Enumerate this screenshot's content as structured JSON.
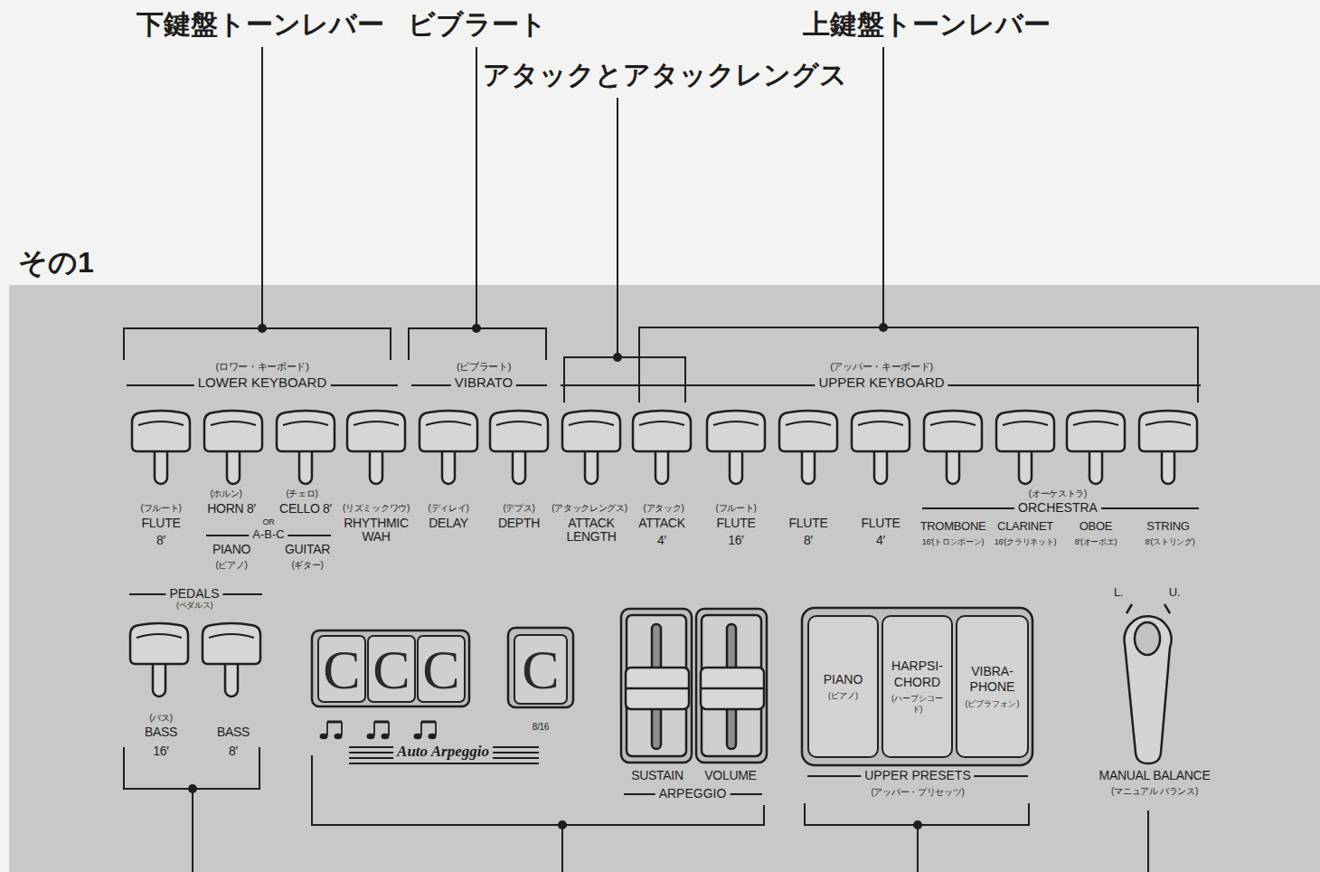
{
  "diagram": {
    "nodes": [
      {
        "text": [
          "その1"
        ]
      },
      {
        "text": [
          "C"
        ],
        "in": 0
      },
      {
        "text": [
          "C"
        ],
        "in": 0
      },
      {
        "text": [
          "C"
        ],
        "in": 0
      },
      {
        "text": [
          "C"
        ],
        "in": 0
      },
      {
        "text": [
          "PIANO",
          "(ピアノ)"
        ],
        "in": 0
      },
      {
        "text": [
          "HARPSI- CHORD",
          "(ハープシコード)"
        ],
        "in": 0
      },
      {
        "text": [
          "VIBRA- PHONE",
          "(ビブラフォン)"
        ],
        "in": 0
      }
    ],
    "labels": [
      "下鍵盤トーンレバー",
      "ビブラート",
      "アタックとアタックレングス",
      "上鍵盤トーンレバー",
      "(ロワー・キーボード)",
      "LOWER KEYBOARD",
      "(ビブラート)",
      "VIBRATO",
      "(アッパー・キーボード)",
      "UPPER KEYBOARD",
      "(フルート)",
      "FLUTE",
      "8′",
      "(ホルン)",
      "HORN 8′",
      "PIANO",
      "(ピアノ)",
      "(チェロ)",
      "CELLO 8′",
      "GUITAR",
      "(ギター)",
      "OR",
      "A-B-C",
      "(リズミックワウ)",
      "RHYTHMIC WAH",
      "(ディレイ)",
      "DELAY",
      "(デプス)",
      "DEPTH",
      "(アタックレングス)",
      "ATTACK LENGTH",
      "(アタック)",
      "ATTACK",
      "4′",
      "(フルート)",
      "FLUTE",
      "16′",
      "FLUTE",
      "8′",
      "FLUTE",
      "4′",
      "(オーケストラ)",
      "ORCHESTRA",
      "TROMBONE",
      "16′(トロンボーン)",
      "CLARINET",
      "16′(クラリネット)",
      "OBOE",
      "8′(オーボエ)",
      "STRING",
      "8′(ストリング)",
      "PEDALS",
      "(ペダルス)",
      "(バス)",
      "BASS",
      "16′",
      "BASS",
      "8′",
      "Auto Arpeggio",
      "8/16",
      "SUSTAIN",
      "VOLUME",
      "ARPEGGIO",
      "UPPER PRESETS",
      "(アッパー・プリセッツ)",
      "L.",
      "U.",
      "MANUAL BALANCE",
      "(マニュアル バランス)"
    ]
  }
}
